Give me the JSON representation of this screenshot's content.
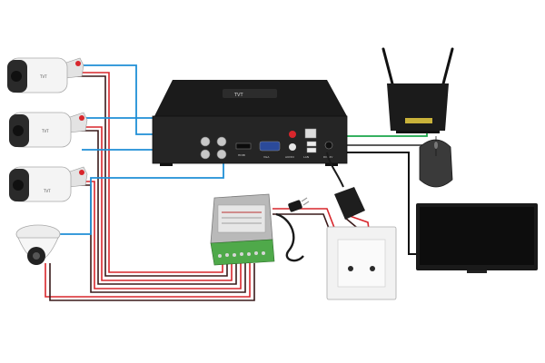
{
  "camera_brand": "TVT",
  "camera_brand_alt": "TVT",
  "dvr_brand": "TVT",
  "dvr_port_labels": [
    "HDMI",
    "VGA",
    "AUDIO",
    "LAN",
    "USB",
    "DC12V"
  ],
  "colors": {
    "video_cable": "#1f8fd6",
    "network_cable": "#1aa64a",
    "power_positive": "#d8262c",
    "power_negative": "#3a1a1a",
    "monitor_cable": "#111111",
    "device_body": "#1b1b1b"
  }
}
